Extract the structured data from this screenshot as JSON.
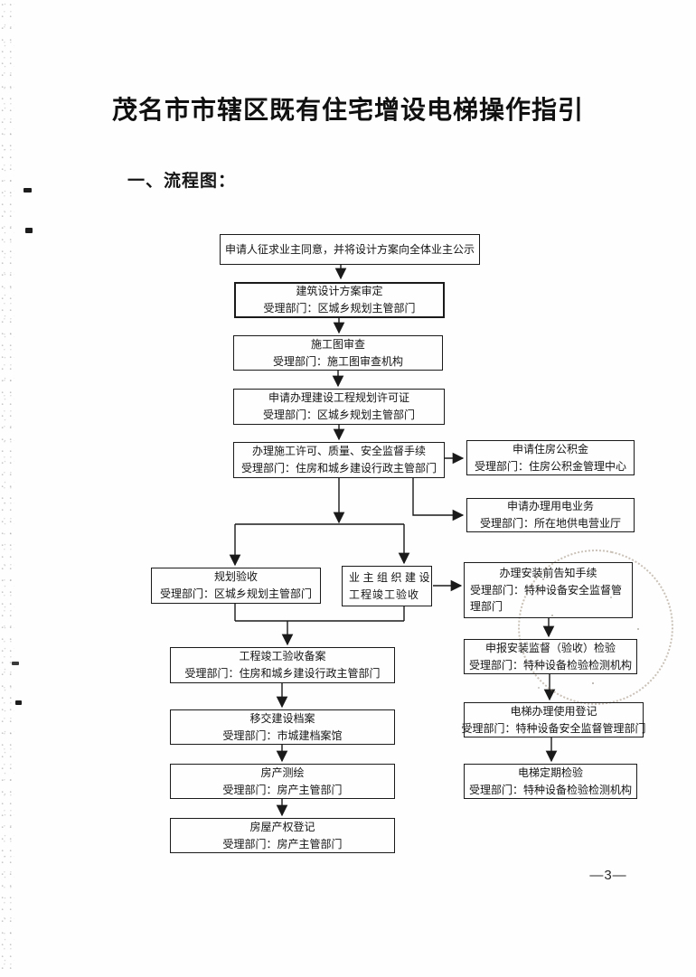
{
  "page": {
    "title": "茂名市市辖区既有住宅增设电梯操作指引",
    "section_heading": "一、流程图：",
    "page_number": "—3—"
  },
  "flowchart": {
    "nodes": {
      "consent": {
        "line1": "申请人征求业主同意，并将设计方案向全体业主公示"
      },
      "design_review": {
        "line1": "建筑设计方案审定",
        "line2": "受理部门：区城乡规划主管部门"
      },
      "drawing_review": {
        "line1": "施工图审查",
        "line2": "受理部门：施工图审查机构"
      },
      "planning_permit": {
        "line1": "申请办理建设工程规划许可证",
        "line2": "受理部门：区城乡规划主管部门"
      },
      "construction_permit": {
        "line1": "办理施工许可、质量、安全监督手续",
        "line2": "受理部门：住房和城乡建设行政主管部门"
      },
      "housing_fund": {
        "line1": "申请住房公积金",
        "line2": "受理部门：住房公积金管理中心"
      },
      "power_service": {
        "line1": "申请办理用电业务",
        "line2": "受理部门：所在地供电营业厅"
      },
      "planning_acceptance": {
        "line1": "规划验收",
        "line2": "受理部门：区城乡规划主管部门"
      },
      "owner_acceptance": {
        "line1": "业主组织建设",
        "line2": "工程竣工验收"
      },
      "pre_install_notice": {
        "line1": "办理安装前告知手续",
        "line2": "受理部门：特种设备安全监督管理部门"
      },
      "install_inspection": {
        "line1": "申报安装监督（验收）检验",
        "line2": "受理部门：特种设备检验检测机构"
      },
      "use_registration": {
        "line1": "电梯办理使用登记",
        "line2": "受理部门：特种设备安全监督管理部门"
      },
      "periodic_inspection": {
        "line1": "电梯定期检验",
        "line2": "受理部门：特种设备检验检测机构"
      },
      "completion_record": {
        "line1": "工程竣工验收备案",
        "line2": "受理部门：住房和城乡建设行政主管部门"
      },
      "archives_transfer": {
        "line1": "移交建设档案",
        "line2": "受理部门：市城建档案馆"
      },
      "property_survey": {
        "line1": "房产测绘",
        "line2": "受理部门：房产主管部门"
      },
      "property_registration": {
        "line1": "房屋产权登记",
        "line2": "受理部门：房产主管部门"
      }
    }
  }
}
